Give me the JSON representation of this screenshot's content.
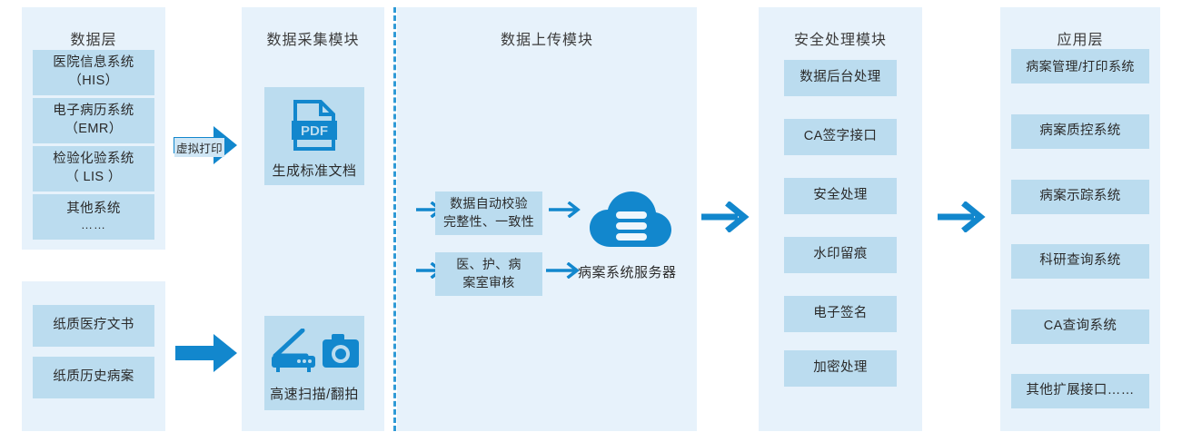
{
  "diagram": {
    "accent_color": "#1287cd",
    "panel_bg": "#e7f2fb",
    "chip_bg": "#bbdcef",
    "divider_color": "#2f9ad6"
  },
  "data_layer": {
    "title": "数据层",
    "items": [
      {
        "label": "医院信息系统\n（HIS）"
      },
      {
        "label": "电子病历系统\n（EMR）"
      },
      {
        "label": "检验化验系统\n（ LIS ）"
      },
      {
        "label": "其他系统",
        "dots": "……"
      }
    ]
  },
  "paper_layer": {
    "items": [
      {
        "label": "纸质医疗文书"
      },
      {
        "label": "纸质历史病案"
      }
    ]
  },
  "collection_module": {
    "title": "数据采集模块",
    "cards": [
      {
        "icon": "pdf-icon",
        "caption": "生成标准文档"
      },
      {
        "icon": "scanner-camera-icon",
        "caption": "高速扫描/翻拍"
      }
    ]
  },
  "upload_module": {
    "title": "数据上传模块",
    "steps": [
      {
        "label": "数据自动校验\n完整性、一致性"
      },
      {
        "label": "医、护、病\n案室审核"
      }
    ],
    "server_label": "病案系统服务器",
    "cloud_icon": "cloud-database-icon"
  },
  "security_module": {
    "title": "安全处理模块",
    "items": [
      {
        "label": "数据后台处理"
      },
      {
        "label": "CA签字接口"
      },
      {
        "label": "安全处理"
      },
      {
        "label": "水印留痕"
      },
      {
        "label": "电子签名"
      },
      {
        "label": "加密处理"
      }
    ]
  },
  "application_layer": {
    "title": "应用层",
    "items": [
      {
        "label": "病案管理/打印系统"
      },
      {
        "label": "病案质控系统"
      },
      {
        "label": "病案示踪系统"
      },
      {
        "label": "科研查询系统"
      },
      {
        "label": "CA查询系统"
      },
      {
        "label": "其他扩展接口……"
      }
    ]
  },
  "arrows": {
    "virtual_print_label": "虚拟打印"
  }
}
